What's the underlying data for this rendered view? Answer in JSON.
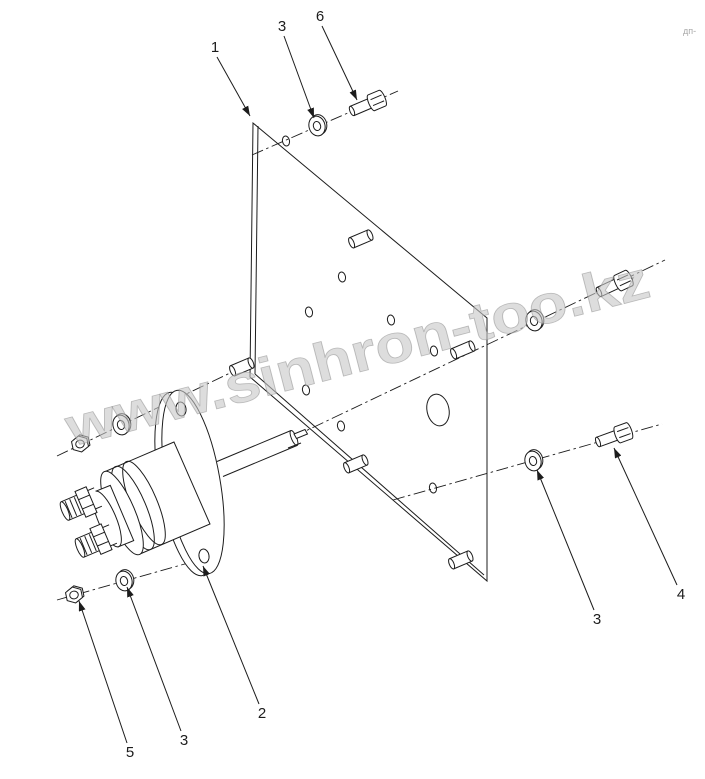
{
  "diagram": {
    "type": "exploded-parts-diagram",
    "watermark": "www.sinhron-too.kz",
    "corner_mark": "дп-",
    "colors": {
      "line": "#1c1c1c",
      "watermark": "#c6c6c6",
      "background": "#ffffff"
    },
    "callouts": [
      {
        "label": "1",
        "part": "mounting-plate"
      },
      {
        "label": "3",
        "part": "washer-top"
      },
      {
        "label": "6",
        "part": "bolt-top"
      },
      {
        "label": "4",
        "part": "bolt-right"
      },
      {
        "label": "3",
        "part": "washer-right"
      },
      {
        "label": "2",
        "part": "solenoid-flange"
      },
      {
        "label": "3",
        "part": "washer-bottom-left"
      },
      {
        "label": "5",
        "part": "nut-bottom-left"
      }
    ]
  }
}
